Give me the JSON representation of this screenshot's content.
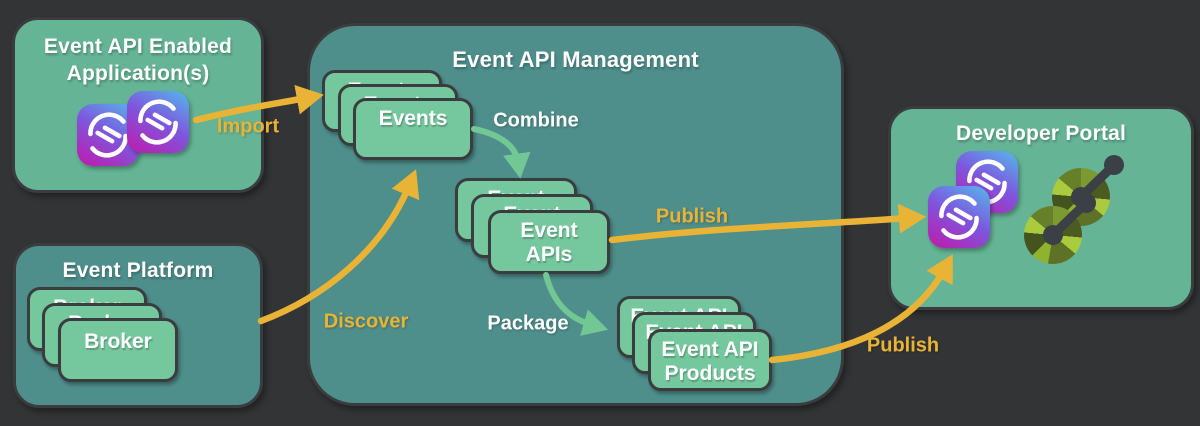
{
  "colors": {
    "background": "#333436",
    "teal_box": "#4e8e8b",
    "green_box": "#65b496",
    "card_green": "#75c89e",
    "arrow_yellow": "#e9b436",
    "arrow_green": "#72c795",
    "icon_node_dark": "#3a4045",
    "text_white": "#ffffff"
  },
  "boxes": {
    "enabled_apps": {
      "title": "Event API Enabled Application(s)"
    },
    "event_platform": {
      "title": "Event Platform",
      "stack_label": "Broker"
    },
    "api_management": {
      "title": "Event API Management",
      "events_stack_label": "Events",
      "event_apis_stack_label": "Event\nAPIs",
      "products_stack_label": "Event API\nProducts"
    },
    "developer_portal": {
      "title": "Developer Portal"
    }
  },
  "arrows": {
    "import": "Import",
    "discover": "Discover",
    "combine": "Combine",
    "publish_apis": "Publish",
    "package": "Package",
    "publish_products": "Publish"
  },
  "icons": {
    "solace_app": "solace-app-icon",
    "event_portal": "event-portal-icon"
  }
}
